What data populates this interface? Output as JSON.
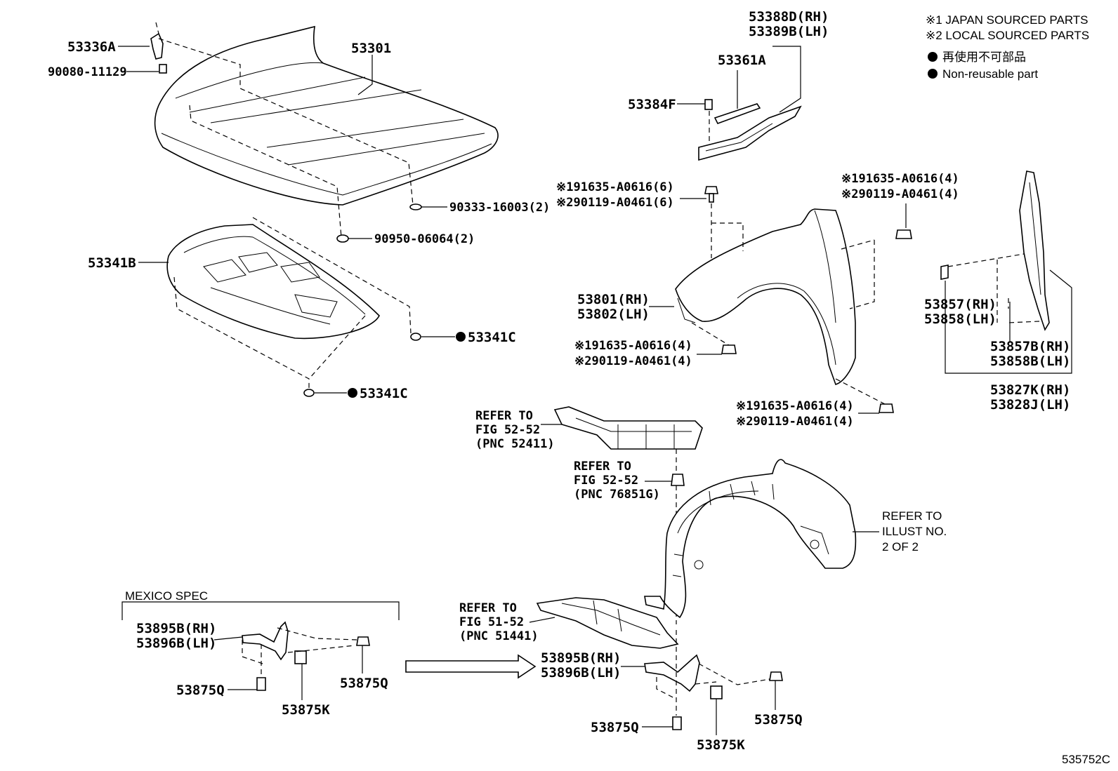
{
  "legend": {
    "line1": "※1 JAPAN SOURCED PARTS",
    "line2": "※2 LOCAL SOURCED PARTS",
    "line3": "再使用不可部品",
    "line4": "Non-reusable part"
  },
  "labels": {
    "p53336A": "53336A",
    "p90080": "90080-11129",
    "p53301": "53301",
    "p90333": "90333-16003(2)",
    "p90950": "90950-06064(2)",
    "p53341B": "53341B",
    "p53341C_a": "53341C",
    "p53341C_b": "53341C",
    "p53388D": "53388D(RH)",
    "p53389B": "53389B(LH)",
    "p53361A": "53361A",
    "p53384F": "53384F",
    "b1_top_1": "※191635-A0616(6)",
    "b1_top_2": "※290119-A0461(6)",
    "b2_top_1": "※191635-A0616(4)",
    "b2_top_2": "※290119-A0461(4)",
    "p53801": "53801(RH)",
    "p53802": "53802(LH)",
    "b3_1": "※191635-A0616(4)",
    "b3_2": "※290119-A0461(4)",
    "b4_1": "※191635-A0616(4)",
    "b4_2": "※290119-A0461(4)",
    "p53857": "53857(RH)",
    "p53858": "53858(LH)",
    "p53857B": "53857B(RH)",
    "p53858B": "53858B(LH)",
    "p53827K": "53827K(RH)",
    "p53828J": "53828J(LH)",
    "ref1_1": "REFER TO",
    "ref1_2": "FIG 52-52",
    "ref1_3": "(PNC 52411)",
    "ref2_1": "REFER TO",
    "ref2_2": "FIG 52-52",
    "ref2_3": "(PNC 76851G)",
    "ref3_1": "REFER TO",
    "ref3_2": "ILLUST NO.",
    "ref3_3": "2 OF 2",
    "ref4_1": "REFER TO",
    "ref4_2": "FIG 51-52",
    "ref4_3": "(PNC 51441)",
    "mexico": "MEXICO SPEC",
    "m53895B": "53895B(RH)",
    "m53896B": "53896B(LH)",
    "m53875Q_a": "53875Q",
    "m53875Q_b": "53875Q",
    "m53875K": "53875K",
    "r53895B": "53895B(RH)",
    "r53896B": "53896B(LH)",
    "r53875Q_a": "53875Q",
    "r53875Q_b": "53875Q",
    "r53875K": "53875K",
    "illust_no": "535752C"
  }
}
